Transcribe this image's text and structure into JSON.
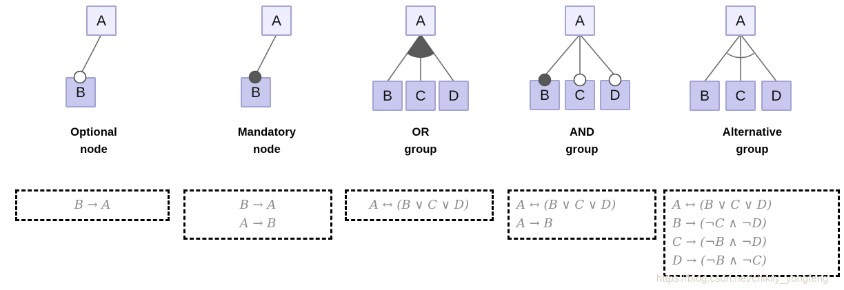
{
  "figure": {
    "background": "#ffffff",
    "palette": {
      "parent_fill": "#eeeeff",
      "parent_stroke": "#a3a3d6",
      "child_fill": "#c9c9f0",
      "child_stroke": "#a3a3d6",
      "edge": "#6e6e6e",
      "marker_filled": "#595959",
      "marker_open_fill": "#ffffff",
      "marker_stroke": "#4d4d4d",
      "formula_text": "#8a8a8f",
      "dash_border": "#000000",
      "caption_text": "#000000",
      "watermark": "#d8cfc2"
    }
  },
  "columns": [
    {
      "id": "optional-node",
      "caption": {
        "line1": "Optional",
        "line2": "node"
      },
      "parent": {
        "label": "A"
      },
      "children": [
        {
          "label": "B",
          "marker": "open-circle"
        }
      ],
      "group_marker": "none",
      "formulas": [
        "B → A"
      ],
      "formula_align": "center"
    },
    {
      "id": "mandatory-node",
      "caption": {
        "line1": "Mandatory",
        "line2": "node"
      },
      "parent": {
        "label": "A"
      },
      "children": [
        {
          "label": "B",
          "marker": "filled-circle"
        }
      ],
      "group_marker": "none",
      "formulas": [
        "B → A",
        "A → B"
      ],
      "formula_align": "center"
    },
    {
      "id": "or-group",
      "caption": {
        "line1": "OR",
        "line2": "group"
      },
      "parent": {
        "label": "A"
      },
      "children": [
        {
          "label": "B",
          "marker": "none"
        },
        {
          "label": "C",
          "marker": "none"
        },
        {
          "label": "D",
          "marker": "none"
        }
      ],
      "group_marker": "filled-arc",
      "formulas": [
        "A ↔ (B ∨ C ∨ D)"
      ],
      "formula_align": "center"
    },
    {
      "id": "and-group",
      "caption": {
        "line1": "AND",
        "line2": "group"
      },
      "parent": {
        "label": "A"
      },
      "children": [
        {
          "label": "B",
          "marker": "filled-circle"
        },
        {
          "label": "C",
          "marker": "open-circle"
        },
        {
          "label": "D",
          "marker": "open-circle"
        }
      ],
      "group_marker": "none",
      "formulas": [
        "A ↔ (B ∨ C ∨ D)",
        "A → B"
      ],
      "formula_align": "left"
    },
    {
      "id": "alternative-group",
      "caption": {
        "line1": "Alternative",
        "line2": "group"
      },
      "parent": {
        "label": "A"
      },
      "children": [
        {
          "label": "B",
          "marker": "none"
        },
        {
          "label": "C",
          "marker": "none"
        },
        {
          "label": "D",
          "marker": "none"
        }
      ],
      "group_marker": "open-arc",
      "formulas": [
        "A ↔ (B ∨ C ∨ D)",
        "B → (¬C ∧ ¬D)",
        "C → (¬B ∧ ¬D)",
        "D → (¬B ∧ ¬C)"
      ],
      "formula_align": "left"
    }
  ],
  "watermark": {
    "text": "https://blog.csdn.net/chikily_yongfeng"
  }
}
